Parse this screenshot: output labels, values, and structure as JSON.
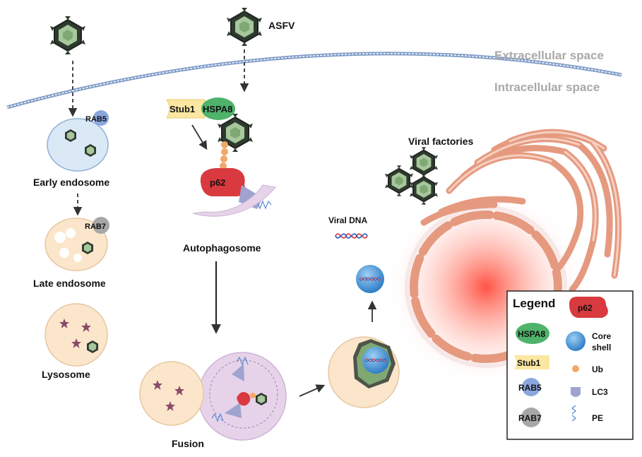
{
  "virus_label": "ASFV",
  "space": {
    "extracellular": "Extracellular space",
    "intracellular": "Intracellular space"
  },
  "endocytic": {
    "rab5": "RAB5",
    "rab7": "RAB7",
    "early_endosome": "Early endosome",
    "late_endosome": "Late endosome",
    "lysosome": "Lysosome"
  },
  "autophagy": {
    "stub1": "Stub1",
    "hspa8": "HSPA8",
    "p62": "p62",
    "autophagosome": "Autophagosome",
    "fusion": "Fusion"
  },
  "viral_dna": "Viral DNA",
  "viral_factories": "Viral factories",
  "legend": {
    "title": "Legend",
    "p62": "p62",
    "hspa8": "HSPA8",
    "core_shell_1": "Core",
    "core_shell_2": "shell",
    "stub1": "Stub1",
    "ub": "Ub",
    "rab5": "RAB5",
    "lc3": "LC3",
    "rab7": "RAB7",
    "pe": "PE"
  },
  "colors": {
    "endosome_early": "#dbe8f6",
    "endosome_late": "#fbe6cc",
    "autophagosome": "#e6d3ea",
    "p62": "#d83a3f",
    "hspa8": "#4fb36b",
    "stub1": "#fbe7a1",
    "ub": "#f2a869",
    "rab5": "#8aa7dd",
    "rab7": "#a7a7a7",
    "er": "#e59a80",
    "nucleus": "#ff5a4a",
    "core_shell": "#3b8bd4",
    "lysosome_star": "#8a4a6a"
  }
}
